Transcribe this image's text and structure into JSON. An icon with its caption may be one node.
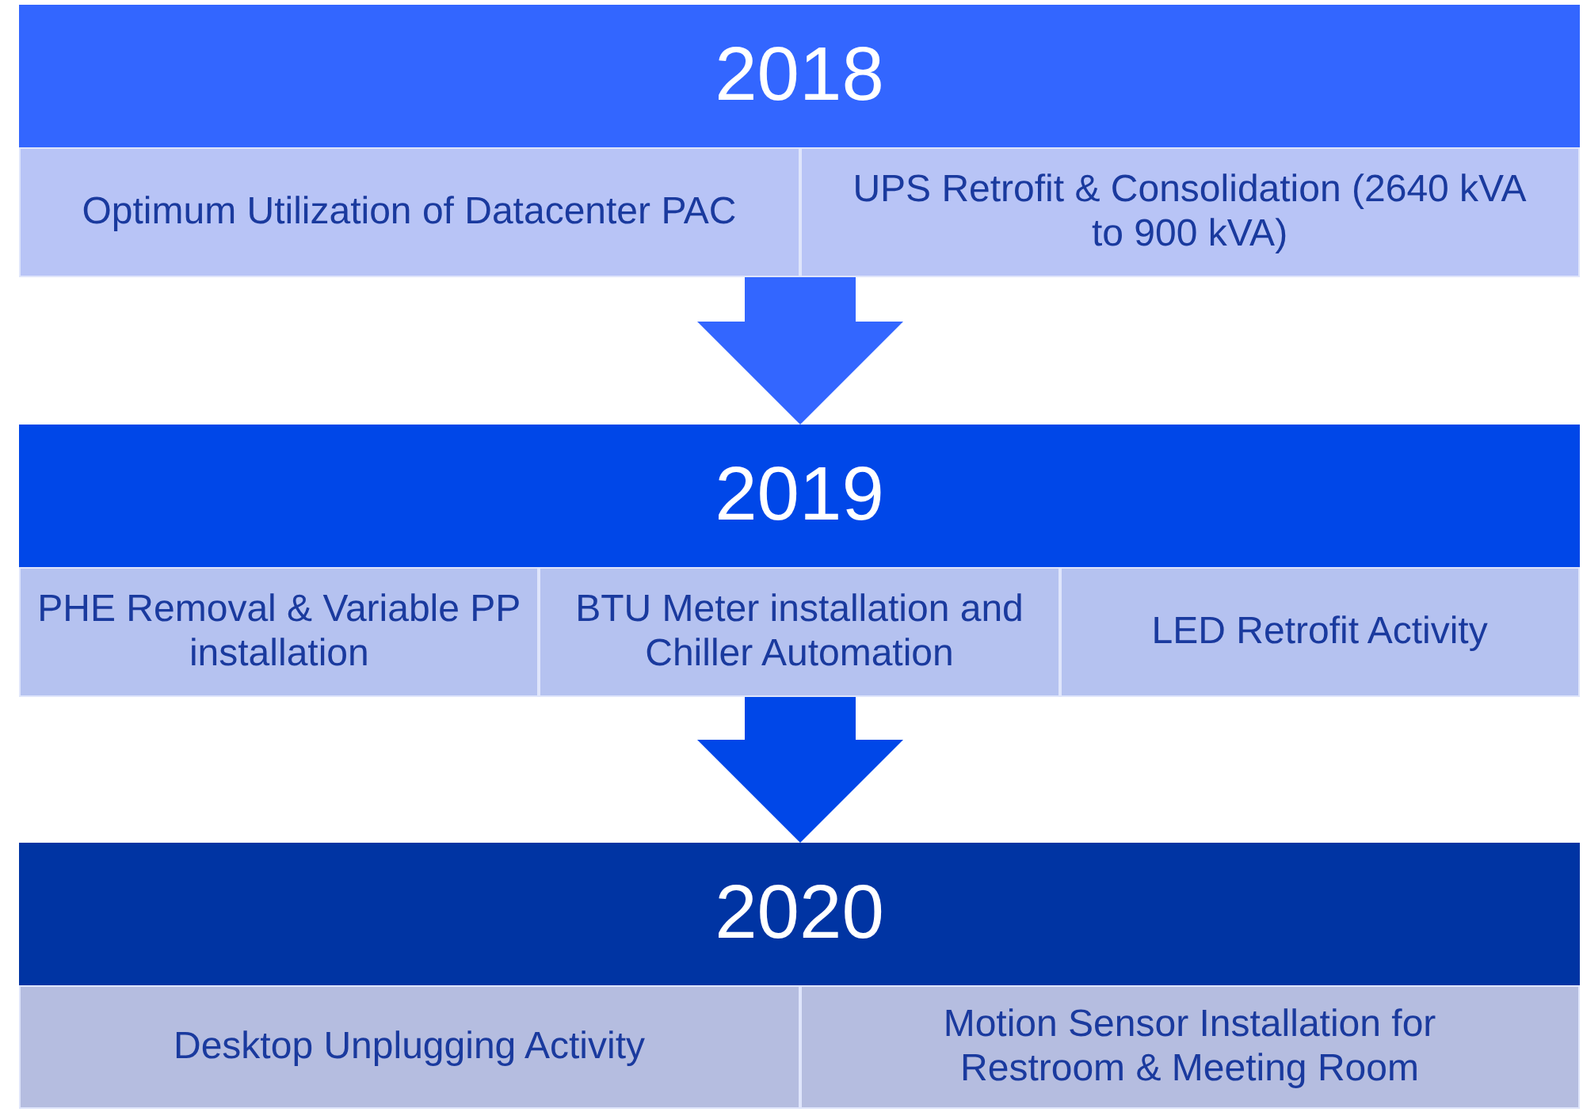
{
  "diagram": {
    "nodes": [
      {
        "text": [
          "2018"
        ]
      },
      {
        "text": [
          "Optimum Utilization of Datacenter PAC"
        ],
        "in": 0
      },
      {
        "text": [
          "UPS Retrofit & Consolidation (2640 kVA to 900 kVA)"
        ],
        "in": 0
      },
      {
        "text": [
          "2019"
        ]
      },
      {
        "text": [
          "PHE Removal & Variable PP installation"
        ],
        "in": 3
      },
      {
        "text": [
          "BTU Meter installation and Chiller Automation"
        ],
        "in": 3
      },
      {
        "text": [
          "LED Retrofit Activity"
        ],
        "in": 3
      },
      {
        "text": [
          "2020"
        ]
      },
      {
        "text": [
          "Desktop Unplugging Activity"
        ],
        "in": 7
      },
      {
        "text": [
          "Motion Sensor Installation for Restroom & Meeting Room"
        ],
        "in": 7
      }
    ],
    "edges": [
      {
        "from": 0,
        "to": 3,
        "arrow": "to"
      },
      {
        "from": 3,
        "to": 7,
        "arrow": "to"
      }
    ]
  }
}
